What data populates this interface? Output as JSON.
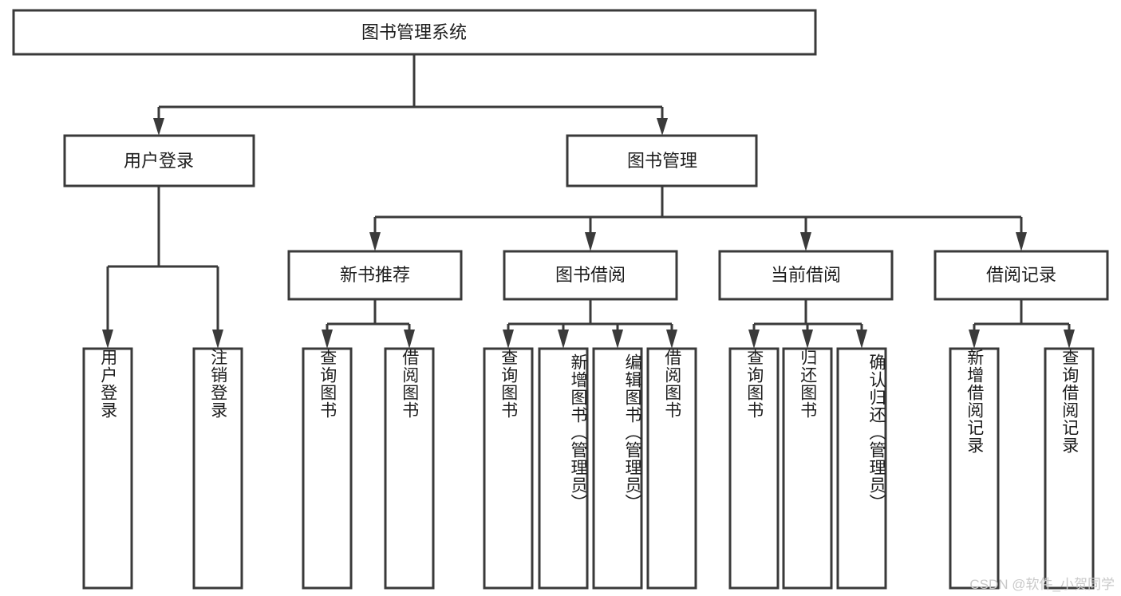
{
  "diagram": {
    "title": "图书管理系统",
    "type": "hierarchy-tree",
    "orientation": "top-down",
    "root": {
      "label": "图书管理系统"
    },
    "level2": [
      {
        "label": "用户登录"
      },
      {
        "label": "图书管理"
      }
    ],
    "level3": [
      {
        "label": "新书推荐"
      },
      {
        "label": "图书借阅"
      },
      {
        "label": "当前借阅"
      },
      {
        "label": "借阅记录"
      }
    ],
    "leaves": {
      "user_login": [
        {
          "label": "用户登录"
        },
        {
          "label": "注销登录"
        }
      ],
      "new_book_recommend": [
        {
          "label": "查询图书"
        },
        {
          "label": "借阅图书"
        }
      ],
      "book_borrow": [
        {
          "label": "查询图书"
        },
        {
          "label": "新增图书（管理员）"
        },
        {
          "label": "编辑图书（管理员）"
        },
        {
          "label": "借阅图书"
        }
      ],
      "current_borrow": [
        {
          "label": "查询图书"
        },
        {
          "label": "归还图书"
        },
        {
          "label": "确认归还（管理员）"
        }
      ],
      "borrow_record": [
        {
          "label": "新增借阅记录"
        },
        {
          "label": "查询借阅记录"
        }
      ]
    }
  },
  "watermark": {
    "text": "CSDN @软件_小贺同学"
  },
  "colors": {
    "stroke": "#3a3a3a",
    "box_fill": "#ffffff",
    "text": "#1d1d1d",
    "watermark": "#c9c9c9",
    "background": "#ffffff"
  }
}
